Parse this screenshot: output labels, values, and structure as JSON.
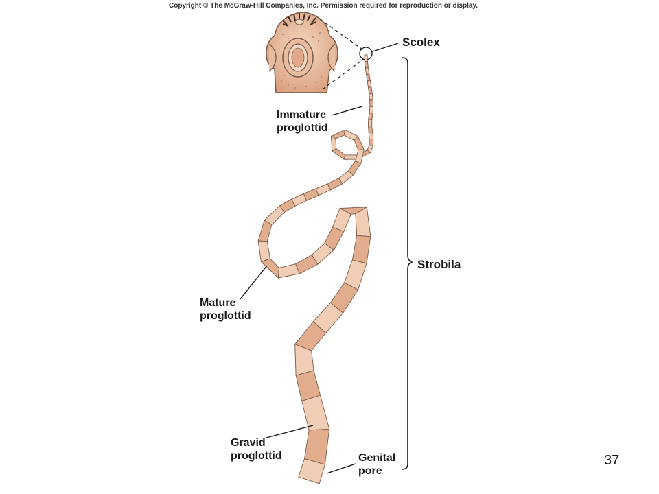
{
  "copyright": "Copyright © The McGraw-Hill Companies, Inc. Permission required for reproduction or display.",
  "labels": {
    "scolex": "Scolex",
    "immature": [
      "Immature",
      "proglottid"
    ],
    "strobila": "Strobila",
    "mature": [
      "Mature",
      "proglottid"
    ],
    "gravid": [
      "Gravid",
      "proglottid"
    ],
    "genital": [
      "Genital",
      "pore"
    ]
  },
  "page_number": "37",
  "colors": {
    "body_fill": "#f0cdb4",
    "body_fill_dark": "#e2ad8d",
    "outline": "#7a5a48",
    "leader": "#1a1a1a"
  }
}
